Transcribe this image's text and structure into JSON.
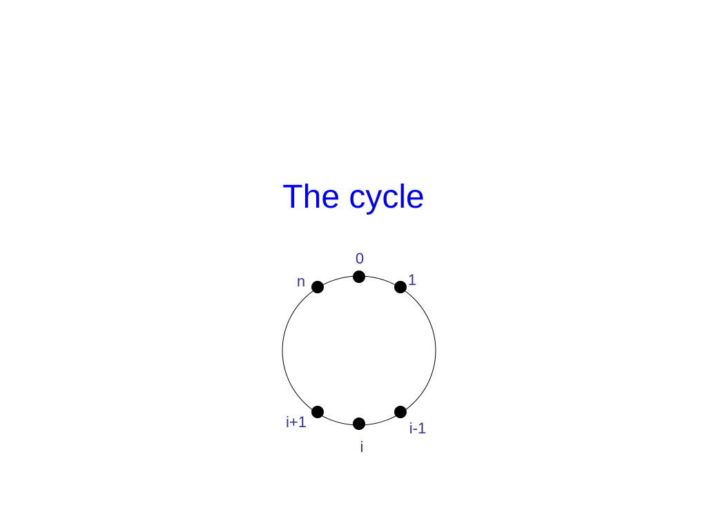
{
  "slide": {
    "title": "The cycle"
  },
  "diagram": {
    "edge_color": "#000000",
    "node_color": "#000000",
    "label_color": "#333399",
    "title_color": "#0000ee",
    "nodes": [
      {
        "id": "0",
        "label": "0"
      },
      {
        "id": "1",
        "label": "1"
      },
      {
        "id": "i-1",
        "label": "i-1"
      },
      {
        "id": "i",
        "label": "i"
      },
      {
        "id": "i+1",
        "label": "i+1"
      },
      {
        "id": "n",
        "label": "n"
      }
    ]
  }
}
